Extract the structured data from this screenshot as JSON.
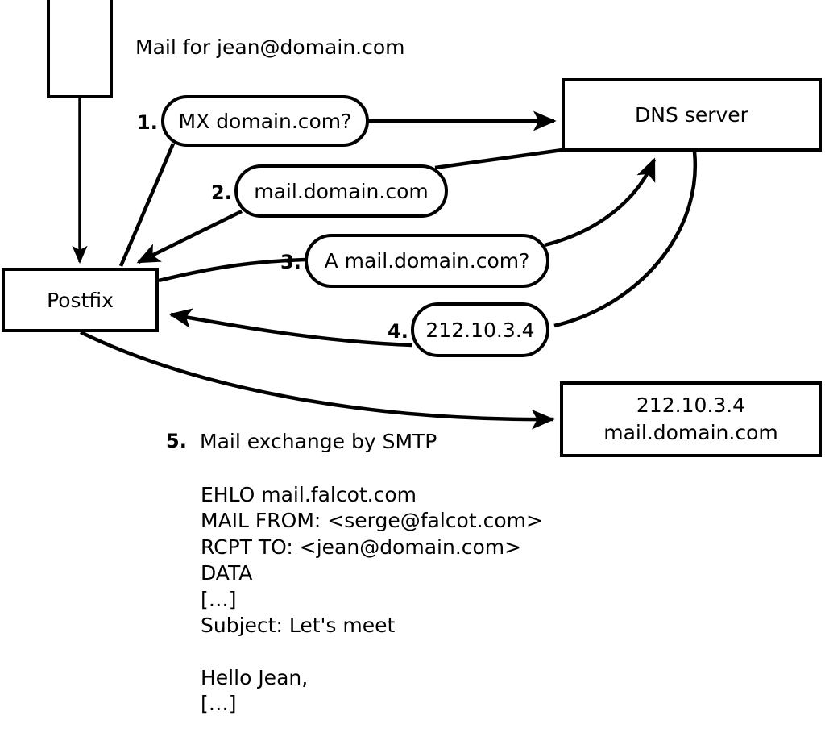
{
  "diagram": {
    "title_text": "Mail for jean@domain.com",
    "nodes": {
      "mail_client": {
        "label": ""
      },
      "postfix": {
        "label": "Postfix"
      },
      "dns_server": {
        "label": "DNS server"
      },
      "remote_mx": {
        "line1": "212.10.3.4",
        "line2": "mail.domain.com"
      }
    },
    "steps": [
      {
        "number": "1.",
        "label": "MX domain.com?"
      },
      {
        "number": "2.",
        "label": "mail.domain.com"
      },
      {
        "number": "3.",
        "label": "A mail.domain.com?"
      },
      {
        "number": "4.",
        "label": "212.10.3.4"
      },
      {
        "number": "5.",
        "label": "Mail exchange by SMTP"
      }
    ],
    "smtp_transcript": "EHLO mail.falcot.com\nMAIL FROM: <serge@falcot.com>\nRCPT TO: <jean@domain.com>\nDATA\n[…]\nSubject: Let's meet\n\nHello Jean,\n[…]\n\n."
  }
}
